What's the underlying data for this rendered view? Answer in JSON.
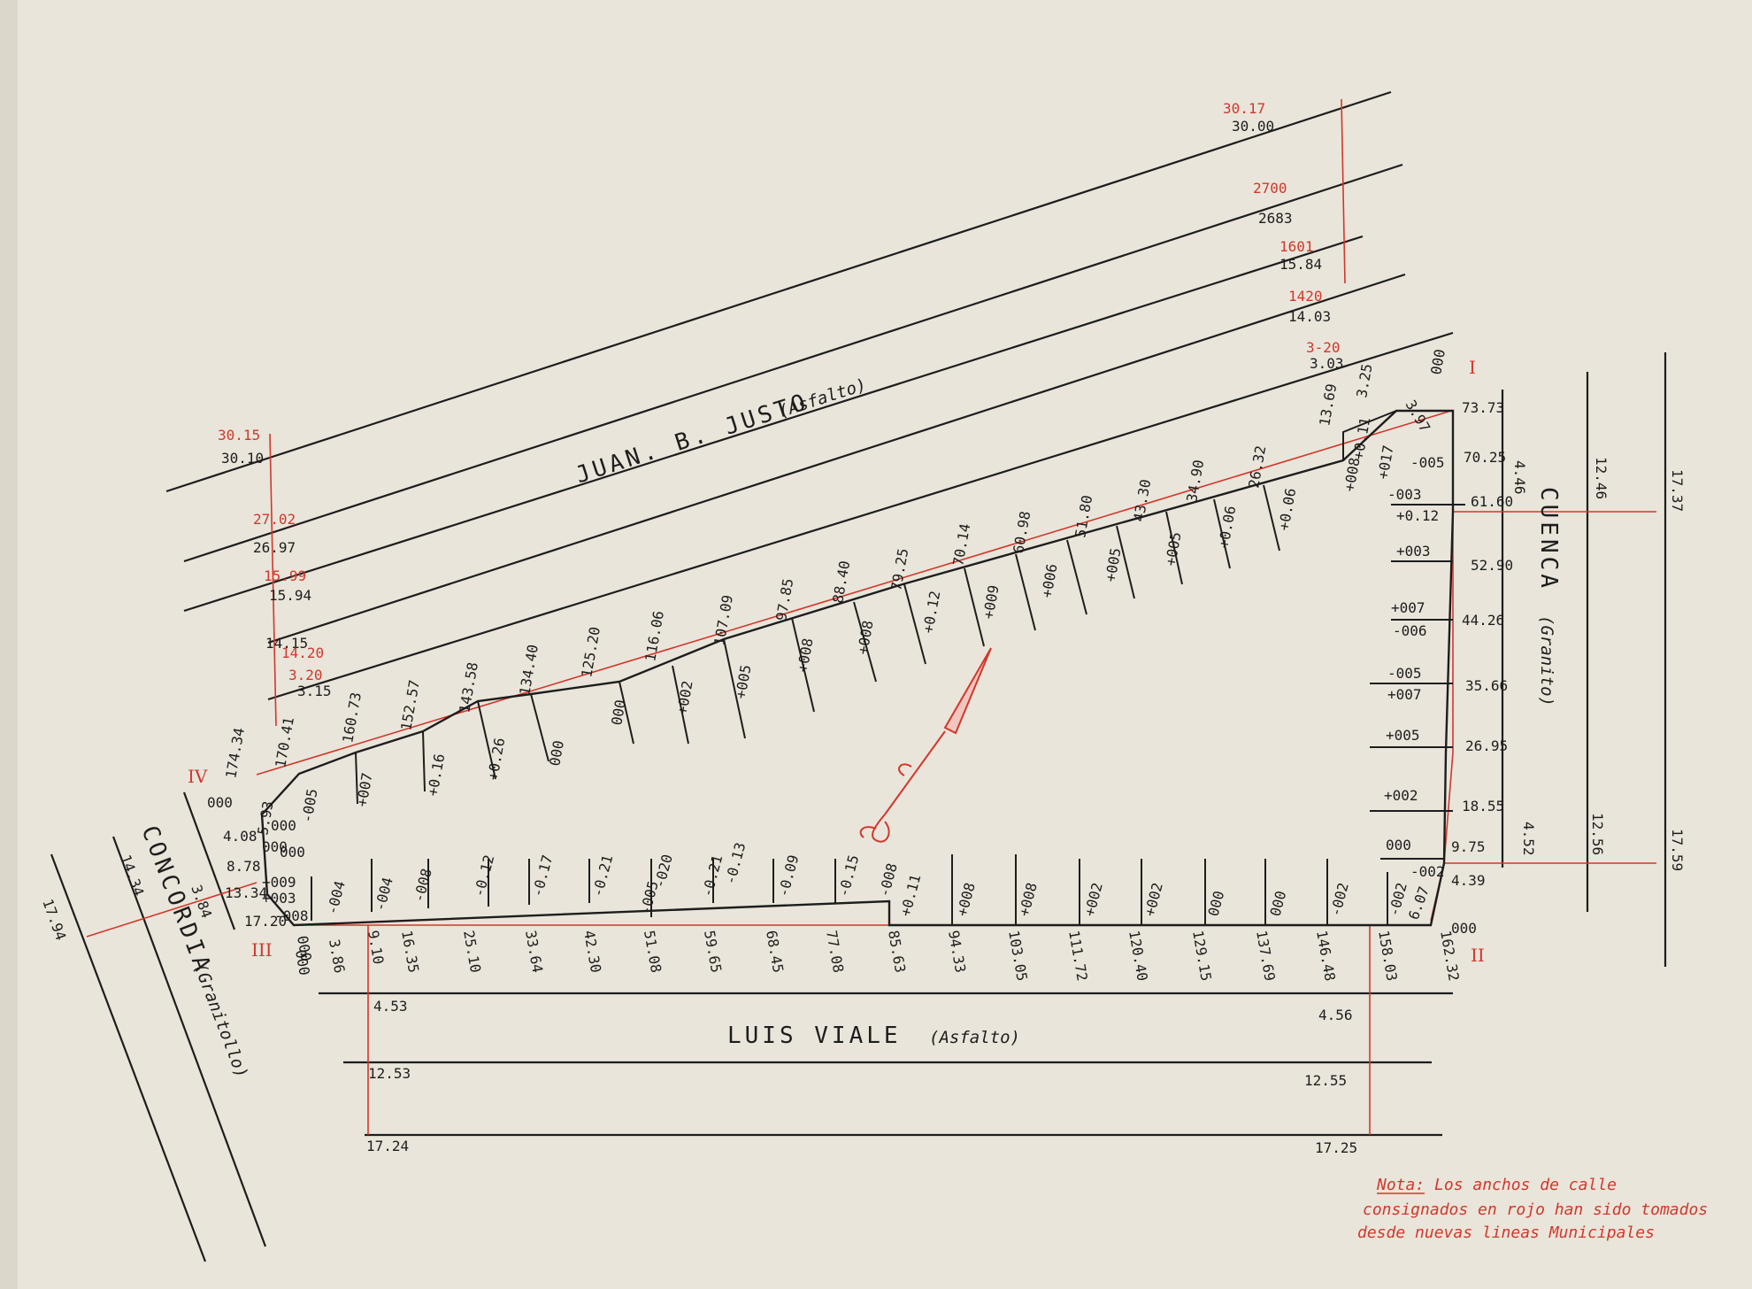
{
  "colors": {
    "paper": "#e9e5da",
    "ink": "#1d1d1d",
    "red_ink": "#d4362b"
  },
  "streets": {
    "juan_b_justo": {
      "name": "JUAN. B. JUSTO",
      "surface": "(Asfalto)"
    },
    "luis_viale": {
      "name": "LUIS VIALE",
      "surface": "(Asfalto)"
    },
    "cuenca": {
      "name": "CUENCA",
      "surface": "(Granito)"
    },
    "concordia": {
      "name": "CONCORDIA",
      "surface": "(Granitollo)"
    }
  },
  "vertices": {
    "i": "I",
    "ii": "II",
    "iii": "III",
    "iv": "IV"
  },
  "justo_widths": {
    "west": {
      "black": [
        "30.10",
        "26.97",
        "15.94",
        "14.15",
        "3.15"
      ],
      "red": [
        "30.15",
        "27.02",
        "15.99",
        "14.20",
        "3.20"
      ]
    },
    "east": {
      "black": [
        "30.00",
        "2683",
        "15.84",
        "14.03",
        "3.03"
      ],
      "red": [
        "30.17",
        "2700",
        "1601",
        "1420",
        "3-20"
      ]
    }
  },
  "north_side": {
    "chainage": [
      "174.34",
      "170.41",
      "160.73",
      "152.57",
      "143.58",
      "134.40",
      "125.20",
      "116.06",
      "107.09",
      "97.85",
      "88.40",
      "79.25",
      "70.14",
      "60.98",
      "51.80",
      "43.30",
      "34.90",
      "26.32",
      "13.69",
      "3.25",
      "000"
    ],
    "offsets": [
      "000",
      "-005",
      "+007",
      "+0.16",
      "+0.26",
      "000",
      "000",
      "+002",
      "+005",
      "+008",
      "+008",
      "+0.12",
      "+009",
      "+006",
      "+005",
      "+005",
      "+0.06",
      "+0.06",
      "+008",
      "+0.11",
      "+017",
      "-005"
    ]
  },
  "east_side": {
    "chainage": [
      "73.73",
      "70.25",
      "61.60",
      "52.90",
      "44.26",
      "35.66",
      "26.95",
      "18.55",
      "9.75",
      "4.39",
      "000",
      "6.07",
      "3.97"
    ],
    "offsets": [
      "-003",
      "+0.12",
      "+003",
      "+007",
      "-006",
      "-005",
      "+007",
      "+005",
      "+002",
      "000",
      "-002"
    ],
    "widths": [
      "4.46",
      "12.46",
      "17.37",
      "4.52",
      "12.56",
      "17.59"
    ]
  },
  "south_side": {
    "chainage": [
      "000",
      "3.86",
      "9.10",
      "16.35",
      "25.10",
      "33.64",
      "42.30",
      "51.08",
      "59.65",
      "68.45",
      "77.08",
      "85.63",
      "94.33",
      "103.05",
      "111.72",
      "120.40",
      "129.15",
      "137.69",
      "146.48",
      "158.03",
      "162.32"
    ],
    "offsets": [
      "+009",
      "+003",
      "-004",
      "-004",
      "-008",
      "-0.12",
      "-0.17",
      "-0.21",
      "-005",
      "-020",
      "-0.21",
      "-0.13",
      "-0.09",
      "-0.15",
      "-008",
      "+0.11",
      "+008",
      "+008",
      "+002",
      "+002",
      "000",
      "000",
      "-002",
      "-002"
    ],
    "widths": {
      "west": [
        "4.53",
        "12.53",
        "17.24"
      ],
      "east": [
        "4.56",
        "12.55",
        "17.25"
      ]
    }
  },
  "west_side": {
    "chainage": [
      "4.08",
      "8.78",
      "13.34",
      "17.20",
      "5.93",
      "000",
      "000"
    ],
    "offsets": [
      "000",
      "000",
      "-008"
    ],
    "widths": [
      "3.84",
      "14.34",
      "17.94"
    ]
  },
  "note": {
    "line1": "Nota: Los anchos de calle",
    "line2": "consignados en rojo han sido tomados",
    "line3": "desde nuevas lineas Municipales"
  }
}
